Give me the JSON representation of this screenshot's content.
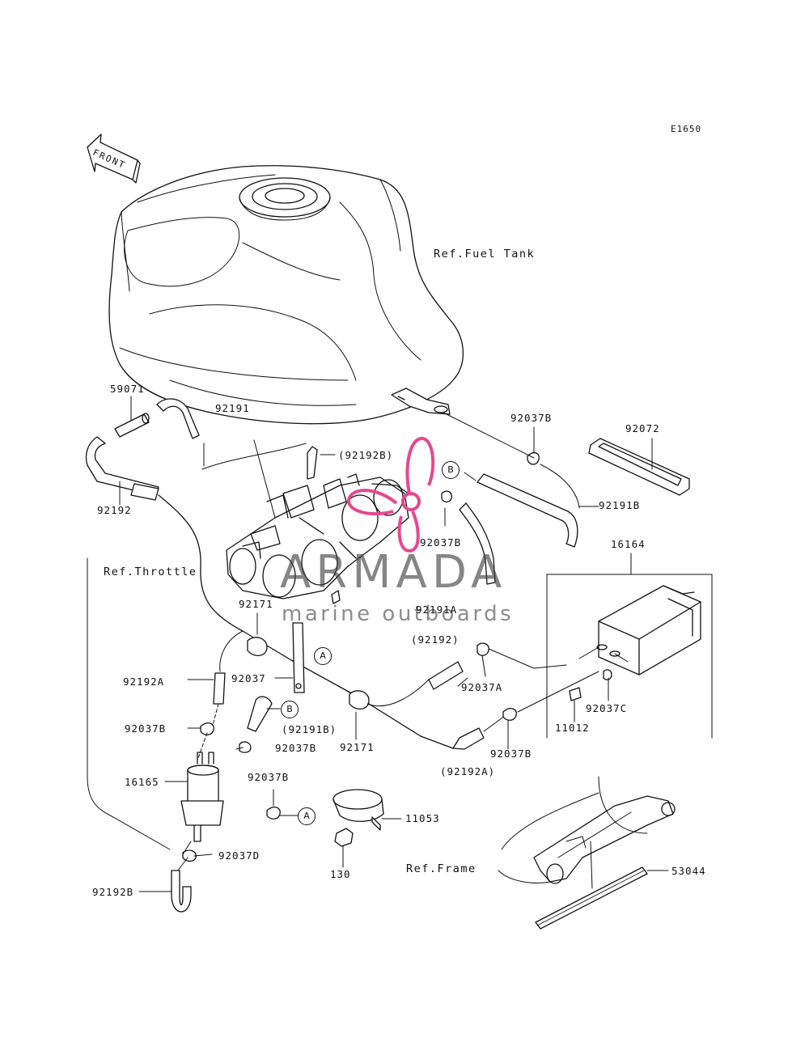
{
  "diagram_code": "E1650",
  "front_label": "FRONT",
  "references": {
    "fuel_tank": "Ref.Fuel Tank",
    "throttle": "Ref.Throttle",
    "frame": "Ref.Frame"
  },
  "watermark": {
    "name": "ARMADA",
    "subtitle": "marine outboards",
    "accent_color": "#e4498f"
  },
  "callouts": {
    "c59071": "59071",
    "c92191": "92191",
    "c92192B_paren": "(92192B)",
    "c92192": "92192",
    "c92037B_top": "92037B",
    "c92072": "92072",
    "c92191B": "92191B",
    "c92037B_mid": "92037B",
    "c16164": "16164",
    "c92171_top": "92171",
    "c92191A": "92191A",
    "c92192_paren": "(92192)",
    "c92192A": "92192A",
    "c92037": "92037",
    "c92037A": "92037A",
    "c92037C": "92037C",
    "c11012": "11012",
    "c92037B_l": "92037B",
    "c92191B_paren": "(92191B)",
    "c92037B_c": "92037B",
    "c92171_b": "92171",
    "c92037B_r": "92037B",
    "c92192A_paren": "(92192A)",
    "c16165": "16165",
    "c92037B_d": "92037B",
    "c11053": "11053",
    "c92037D": "92037D",
    "c130": "130",
    "c92192B": "92192B",
    "c53044": "53044"
  },
  "connectors": {
    "a1": "A",
    "a2": "A",
    "b1": "B",
    "b2": "B"
  }
}
